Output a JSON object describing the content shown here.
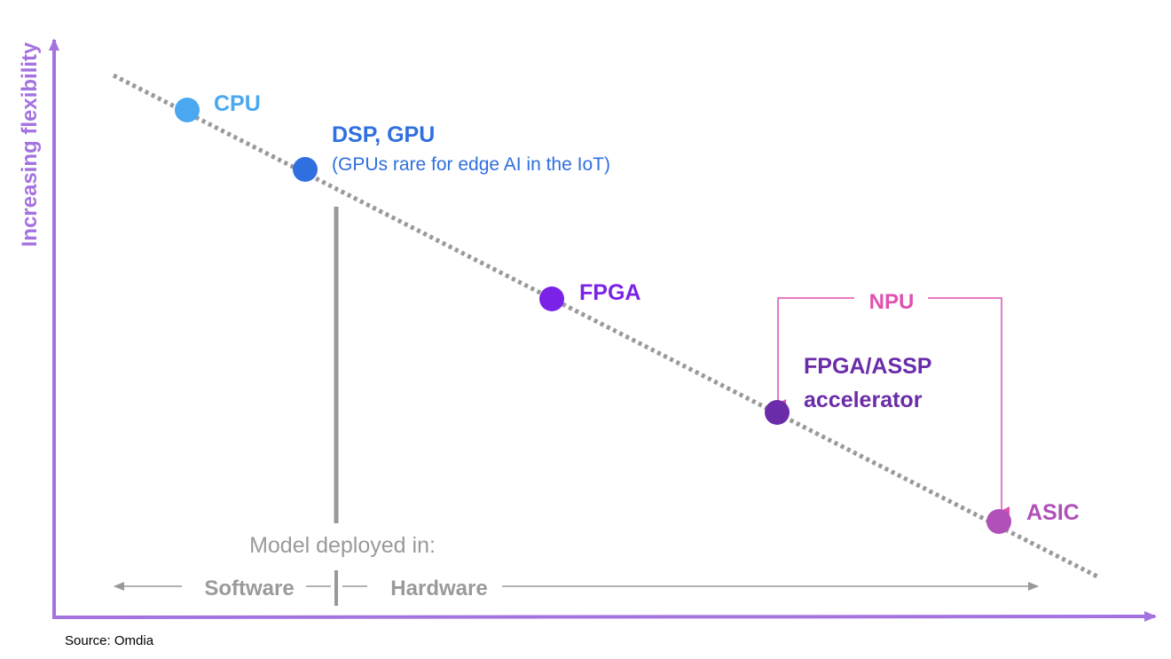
{
  "axes": {
    "y_label": "Increasing flexibility",
    "color": "#a473e0"
  },
  "points": [
    {
      "id": "cpu",
      "label": "CPU",
      "color": "#4aa8f0"
    },
    {
      "id": "dsp-gpu",
      "label": "DSP, GPU",
      "sublabel": "(GPUs rare for edge AI in the IoT)",
      "color": "#2f6fe0"
    },
    {
      "id": "fpga",
      "label": "FPGA",
      "color": "#7a22e8"
    },
    {
      "id": "fpga-assp",
      "label_line1": "FPGA/ASSP",
      "label_line2": "accelerator",
      "color": "#6a2ca8"
    },
    {
      "id": "asic",
      "label": "ASIC",
      "color": "#b050b8"
    }
  ],
  "npu": {
    "label": "NPU",
    "color": "#e050b0"
  },
  "deployment": {
    "title": "Model deployed in:",
    "software": "Software",
    "hardware": "Hardware",
    "text_color": "#9a9a9a",
    "line_color": "#999999"
  },
  "trend_line_color": "#999999",
  "source": "Source: Omdia"
}
